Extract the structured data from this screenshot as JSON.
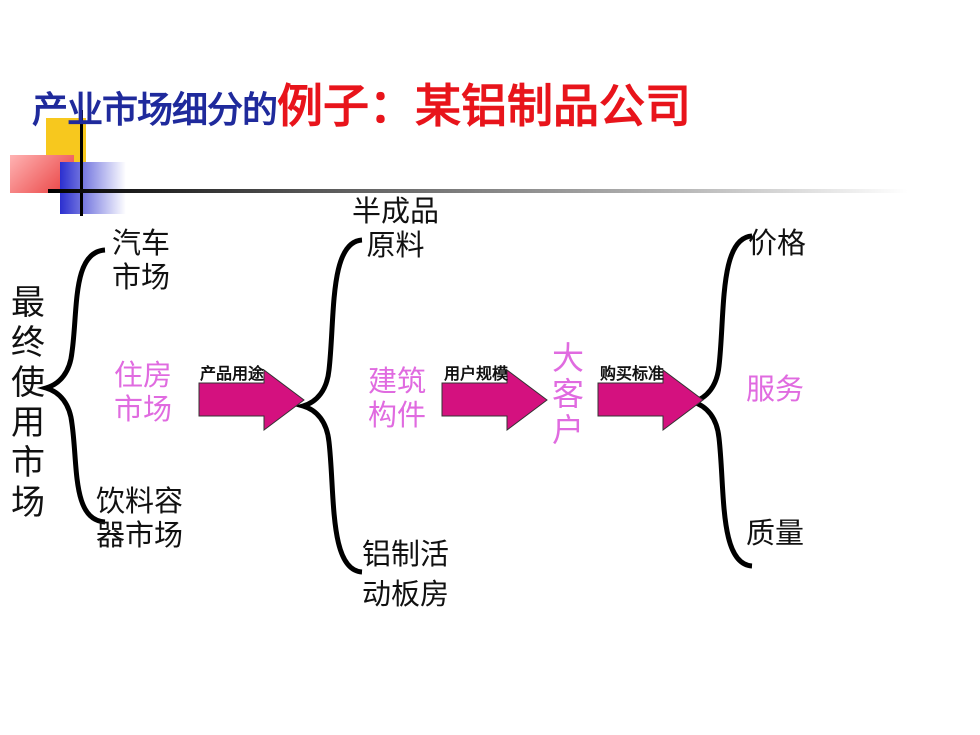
{
  "title": {
    "part1": "产业市场细分的",
    "part2": "例子：某铝制品公司"
  },
  "colors": {
    "title_blue": "#1f2a9c",
    "title_red": "#e8141b",
    "highlight": "#e06be0",
    "arrow": "#d4117f"
  },
  "final_market": "最终使用市场",
  "markets": {
    "car": [
      "汽车",
      "市场"
    ],
    "housing": [
      "住房",
      "市场"
    ],
    "beverage": [
      "饮料容",
      "器市场"
    ]
  },
  "arrow1_label": "产品用途",
  "uses": {
    "semi": [
      "半成品",
      "原料"
    ],
    "building": [
      "建筑",
      "构件"
    ],
    "mobile": [
      "铝制活",
      "动板房"
    ]
  },
  "arrow2_label": "用户规模",
  "big_client": "大客户",
  "arrow3_label": "购买标准",
  "criteria": {
    "price": "价格",
    "service": "服务",
    "quality": "质量"
  }
}
